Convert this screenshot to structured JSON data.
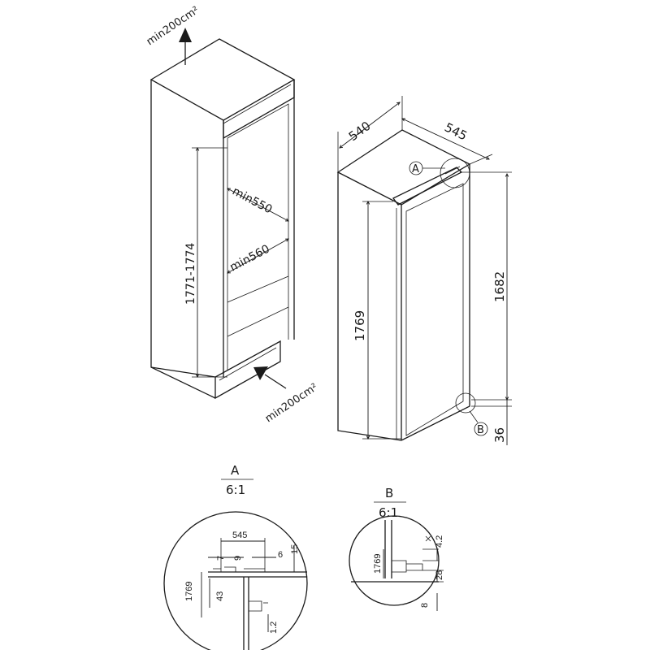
{
  "labels": {
    "vent_top": "min200cm²",
    "vent_bottom": "min200cm²",
    "niche_height": "1771-1774",
    "niche_depth": "min550",
    "niche_width": "min560",
    "appliance_width": "540",
    "appliance_depth": "545",
    "appliance_height": "1769",
    "door_height": "1682",
    "bottom_offset": "36",
    "callout_a": "A",
    "callout_b": "B"
  },
  "detail_a": {
    "title": "A",
    "scale": "6:1",
    "dims": [
      "545",
      "7",
      "9",
      "6",
      "15",
      "1769",
      "43",
      "1.2"
    ]
  },
  "detail_b": {
    "title": "B",
    "scale": "6:1",
    "dims": [
      "4.2",
      "1769",
      "28",
      "8"
    ]
  }
}
